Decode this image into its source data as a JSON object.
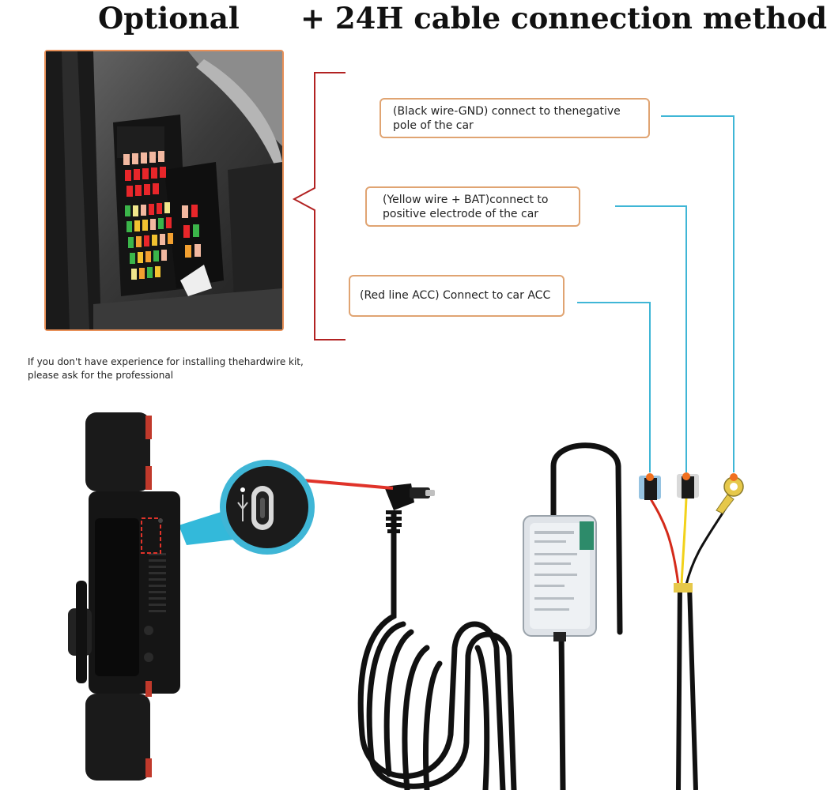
{
  "header": {
    "left_title": "Optional",
    "right_title": "+ 24H cable connection method"
  },
  "labels": {
    "gnd_line1": "(Black wire-GND) connect to thenegative",
    "gnd_line2": "pole of the car",
    "bat_line1": "(Yellow wire + BAT)connect to",
    "bat_line2": "positive electrode of the car",
    "acc_line1": "(Red line ACC) Connect to car ACC"
  },
  "note": {
    "line1": "If you don't have experience for installing thehardwire kit,",
    "line2": "please ask for the professional"
  },
  "colors": {
    "label_border": "#e0a472",
    "bracket": "#b22222",
    "leader": "#3fb6d6",
    "wire_red": "#d42a1a",
    "wire_yellow": "#f2d21b",
    "cable": "#111111",
    "connector_highlight": "#e0332a"
  },
  "icons": {
    "usb": "usb-icon",
    "usb_c_port": "usb-c-port-icon"
  }
}
